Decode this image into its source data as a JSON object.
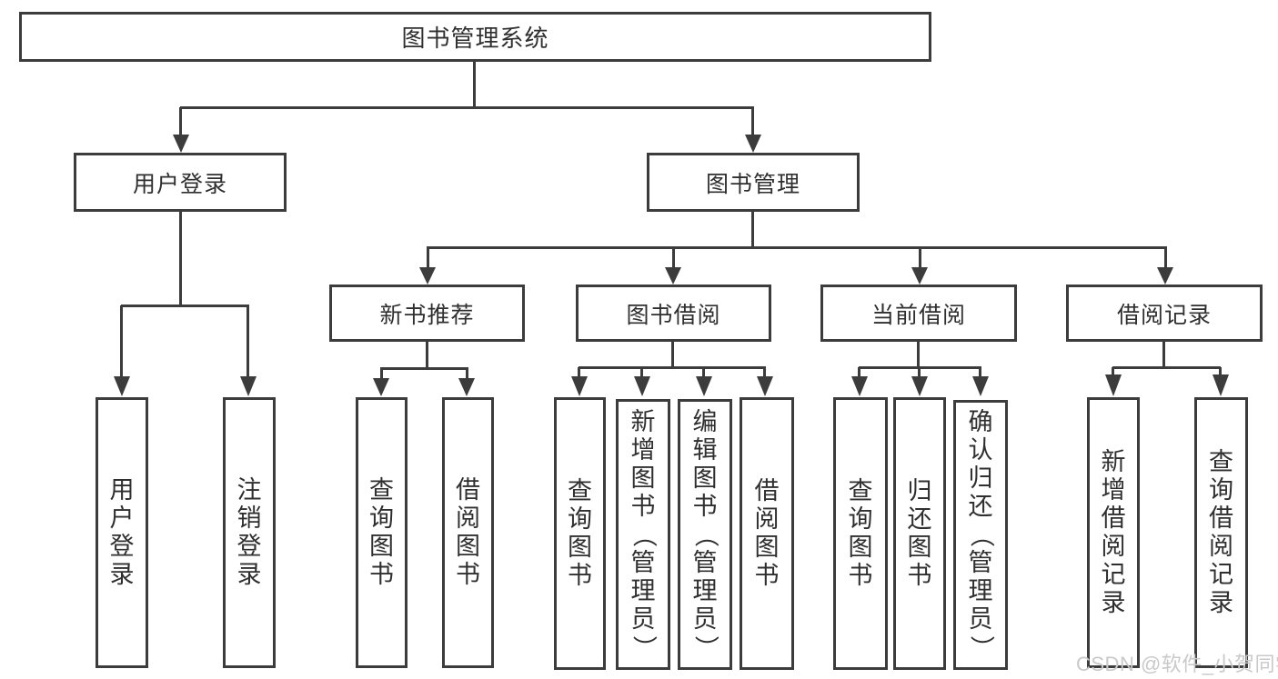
{
  "diagram": {
    "root": "图书管理系统",
    "branches": [
      {
        "label": "用户登录",
        "children": [
          "用户登录",
          "注销登录"
        ]
      },
      {
        "label": "图书管理",
        "sections": [
          {
            "label": "新书推荐",
            "children": [
              "查询图书",
              "借阅图书"
            ]
          },
          {
            "label": "图书借阅",
            "children": [
              "查询图书",
              "新增图书（管理员）",
              "编辑图书（管理员）",
              "借阅图书"
            ]
          },
          {
            "label": "当前借阅",
            "children": [
              "查询图书",
              "归还图书",
              "确认归还（管理员）"
            ]
          },
          {
            "label": "借阅记录",
            "children": [
              "新增借阅记录",
              "查询借阅记录"
            ]
          }
        ]
      }
    ],
    "watermark": "CSDN @软件_小贺同学",
    "colors": {
      "line": "#3c3c3c",
      "text": "#2f2f2f",
      "watermark": "#c9c9c9",
      "background": "#ffffff"
    }
  }
}
